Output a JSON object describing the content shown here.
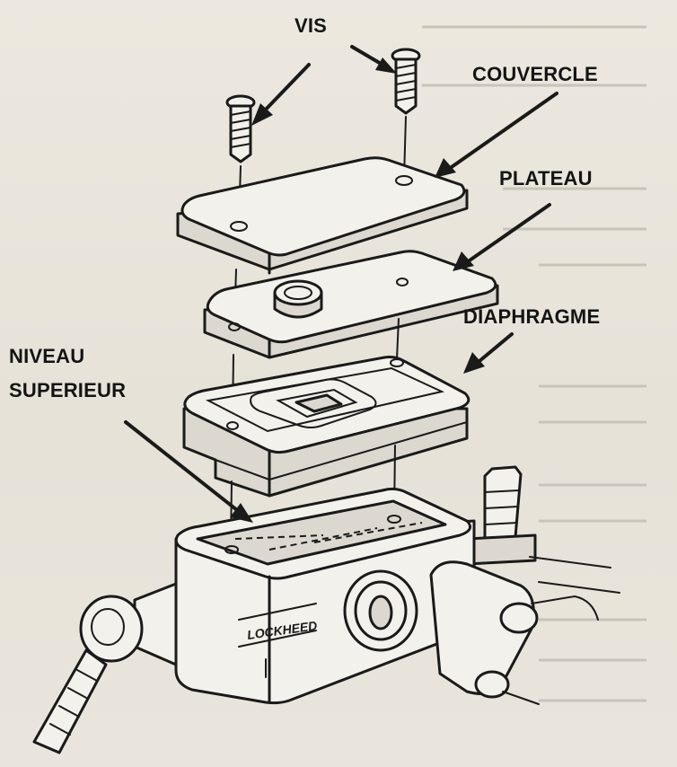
{
  "labels": {
    "vis": "VIS",
    "couvercle": "COUVERCLE",
    "plateau": "PLATEAU",
    "diaphragme": "DIAPHRAGME",
    "niveau_line1": "NIVEAU",
    "niveau_line2": "SUPERIEUR",
    "brand": "LOCKHEED"
  },
  "colors": {
    "ink": "#1a1a1a",
    "paper": "#e9e5dc"
  }
}
